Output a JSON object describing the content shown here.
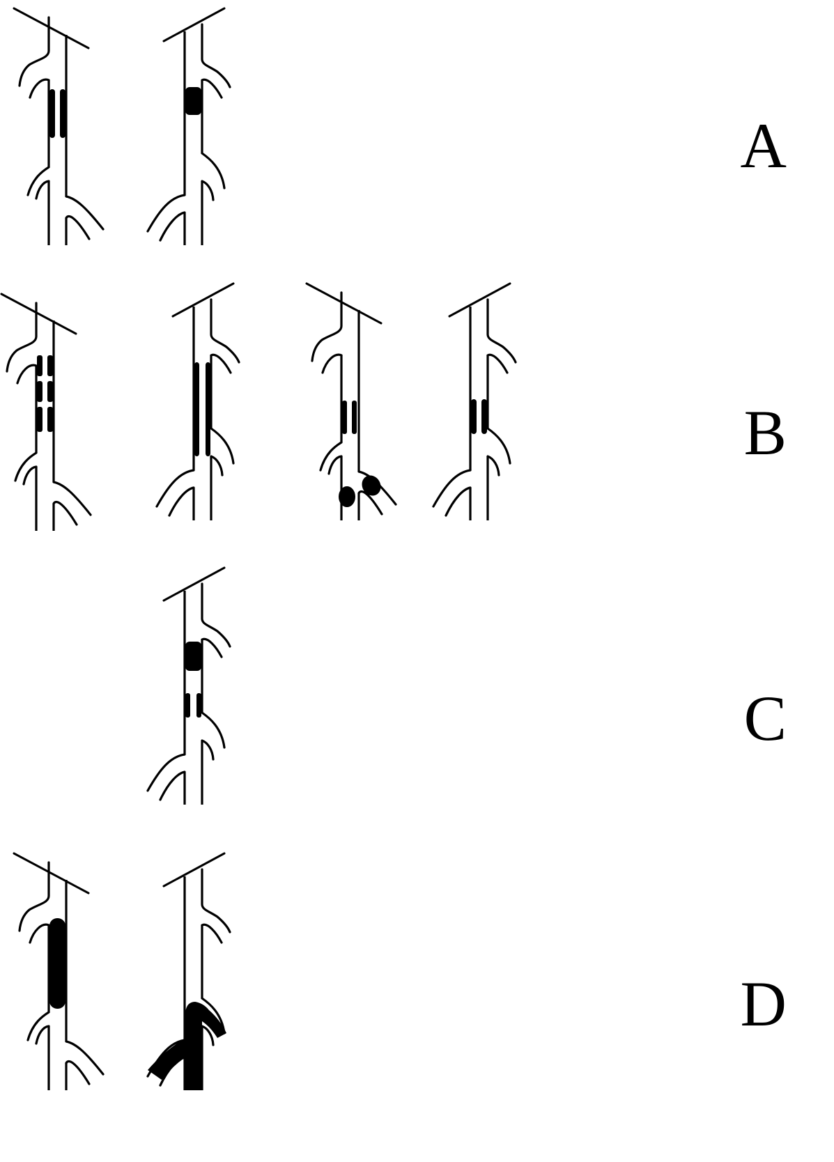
{
  "rows": [
    {
      "label": "A"
    },
    {
      "label": "B"
    },
    {
      "label": "C"
    },
    {
      "label": "D"
    }
  ]
}
